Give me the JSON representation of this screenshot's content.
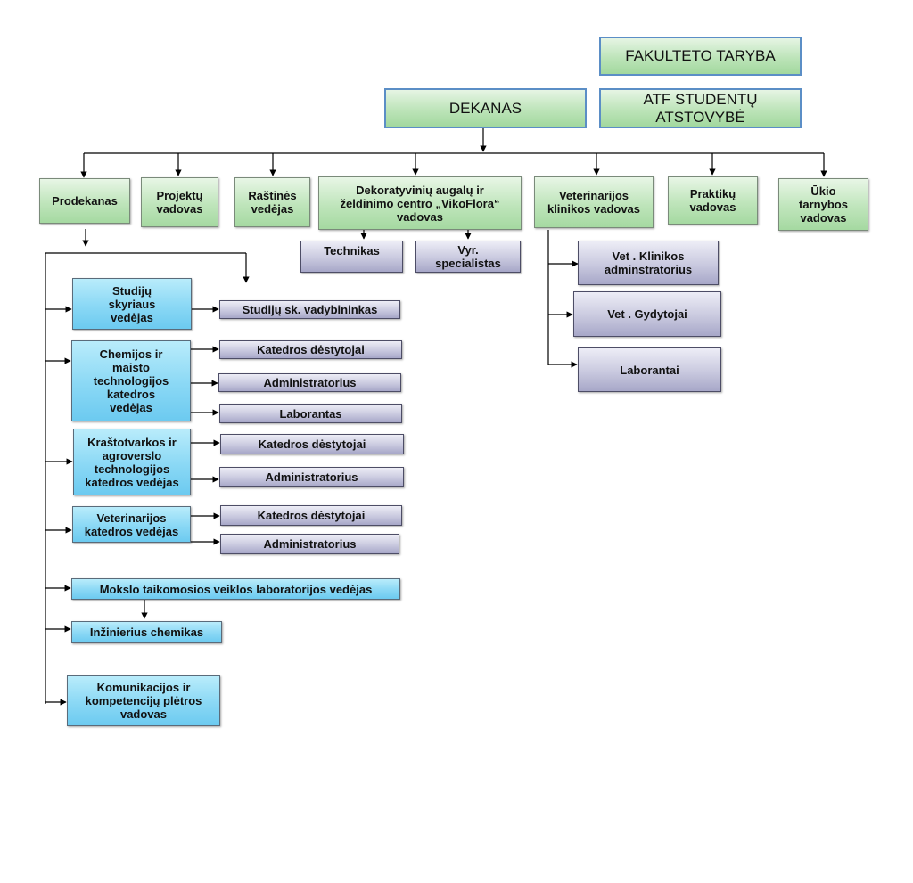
{
  "top": {
    "council": "FAKULTETO TARYBA",
    "dean": "DEKANAS",
    "students": "ATF STUDENTŲ ATSTOVYBĖ"
  },
  "level1": {
    "vice_dean": "Prodekanas",
    "projects": "Projektų vadovas",
    "office": "Raštinės vedėjas",
    "vikoflora": "Dekoratyvinių augalų ir želdinimo centro „VikoFlora“ vadovas",
    "vet_clinic": "Veterinarijos klinikos vadovas",
    "internships": "Praktikų vadovas",
    "farm": "Ūkio tarnybos vadovas"
  },
  "vikoflora_staff": {
    "technician": "Technikas",
    "senior_specialist": "Vyr. specialistas"
  },
  "clinic_staff": {
    "clinic_admin": "Vet . Klinikos adminstratorius",
    "doctors": "Vet . Gydytojai",
    "lab_assistants": "Laborantai"
  },
  "vice_dean_units": {
    "studies_head": "Studijų skyriaus vedėjas",
    "studies_manager": "Studijų sk. vadybininkas",
    "chem_head": "Chemijos ir maisto technologijos katedros vedėjas",
    "chem_lecturers": "Katedros dėstytojai",
    "chem_admin": "Administratorius",
    "chem_lab": "Laborantas",
    "land_head": "Kraštotvarkos ir agroverslo technologijos katedros vedėjas",
    "land_lecturers": "Katedros dėstytojai",
    "land_admin": "Administratorius",
    "vet_head": "Veterinarijos katedros vedėjas",
    "vet_lecturers": "Katedros dėstytojai",
    "vet_admin": "Administratorius",
    "science_lab_head": "Mokslo taikomosios veiklos laboratorijos vedėjas",
    "chem_engineer": "Inžinierius chemikas",
    "comms_head": "Komunikacijos ir kompetencijų plėtros vadovas"
  }
}
